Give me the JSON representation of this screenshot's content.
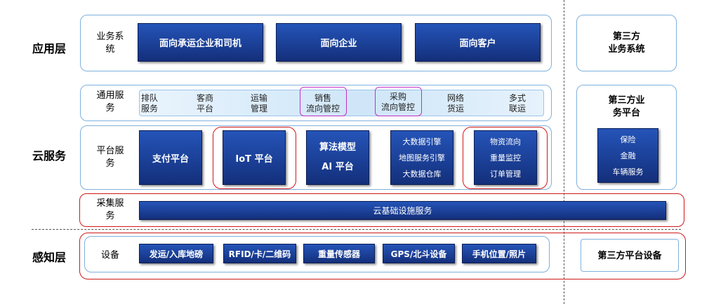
{
  "layers": {
    "app": "应用层",
    "cloud": "云服务",
    "perception": "感知层"
  },
  "row_labels": {
    "business_systems": "业务系统",
    "common_services": "通用服务",
    "platform_services": "平台服务",
    "collection_services": "采集服务",
    "devices": "设备"
  },
  "app_boxes": [
    "面向承运企业和司机",
    "面向企业",
    "面向客户"
  ],
  "common_services": [
    [
      "排队",
      "服务"
    ],
    [
      "客商",
      "平台"
    ],
    [
      "运输",
      "管理"
    ],
    [
      "销售",
      "流向管控"
    ],
    [
      "采购",
      "流向管控"
    ],
    [
      "网络",
      "货运"
    ],
    [
      "多式",
      "联运"
    ]
  ],
  "platform": {
    "payment": "支付平台",
    "iot": "IoT 平台",
    "algo": [
      "算法模型",
      "AI 平台"
    ],
    "engines": [
      "大数据引擎",
      "地图服务引擎",
      "大数据仓库"
    ],
    "monitor": [
      "物资流向",
      "重量监控",
      "订单管理"
    ]
  },
  "collection_bar": "云基础设施服务",
  "devices": [
    "发运/入库地磅",
    "RFID/卡/二维码",
    "重量传感器",
    "GPS/北斗设备",
    "手机位置/照片"
  ],
  "third_party": {
    "business_systems": [
      "第三方",
      "业务系统"
    ],
    "platform": [
      "第三方业",
      "务平台"
    ],
    "platform_items": [
      "保险",
      "金融",
      "车辆服务"
    ],
    "devices": "第三方平台设备"
  }
}
